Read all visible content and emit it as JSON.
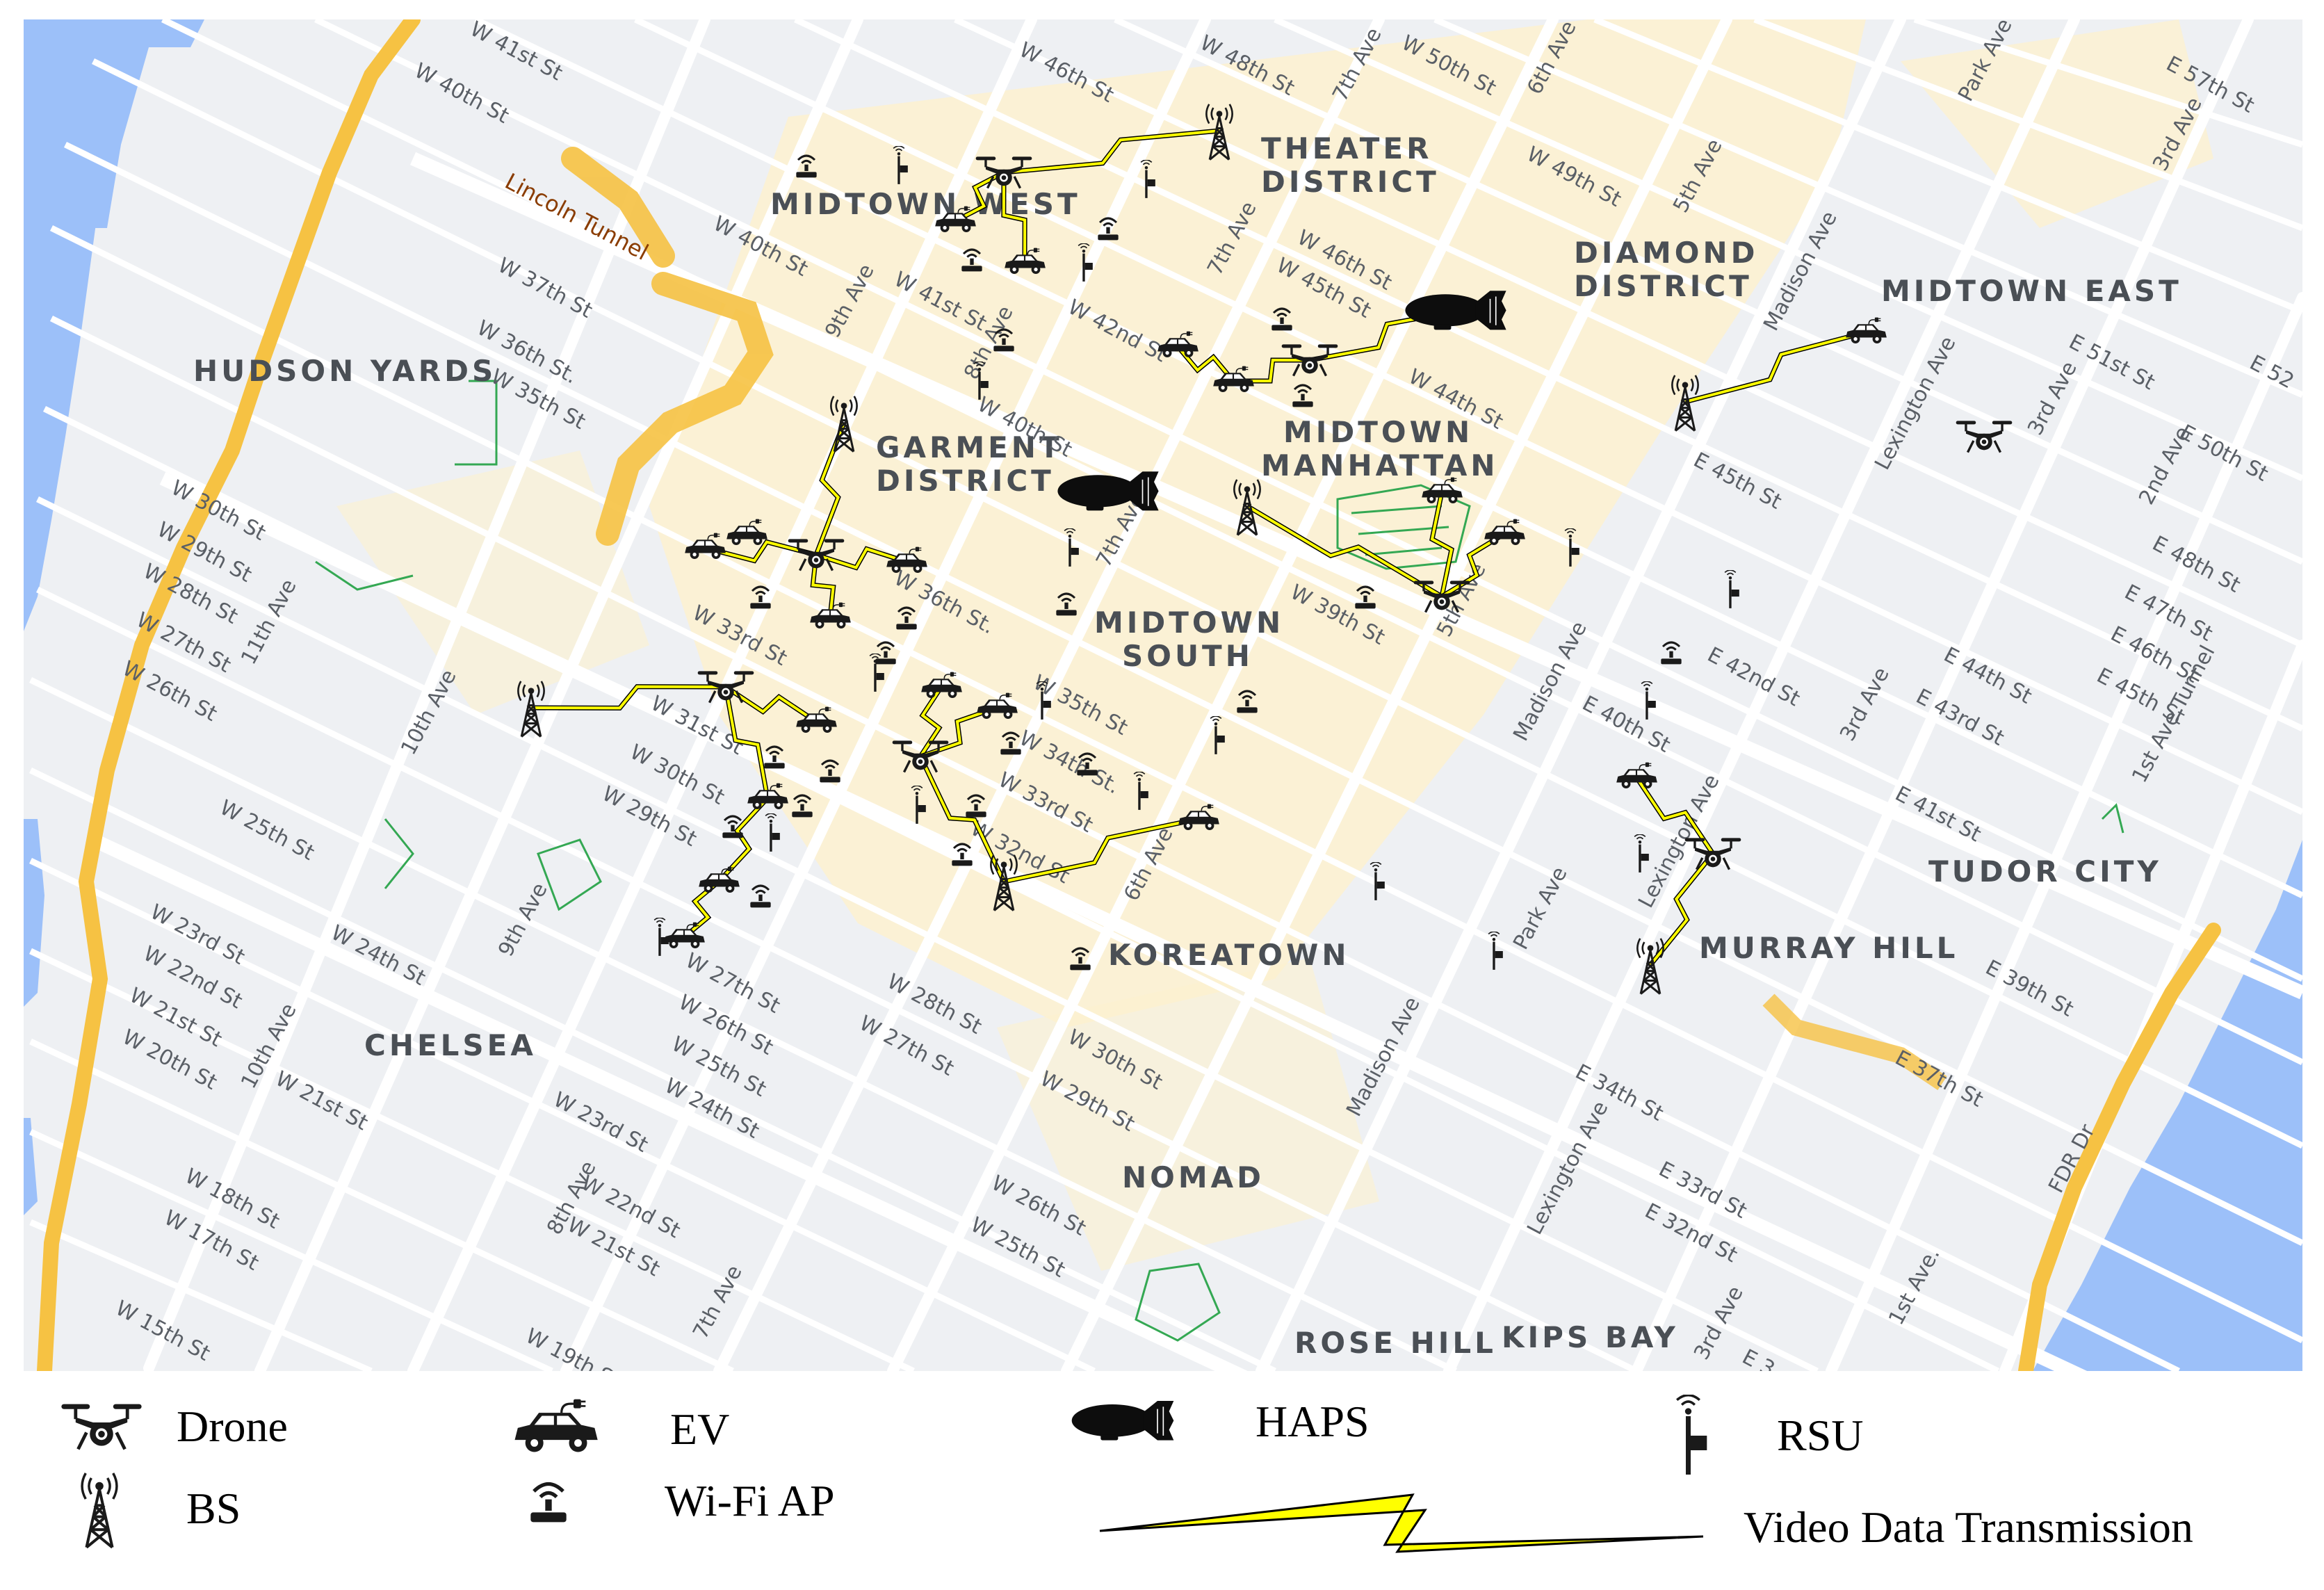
{
  "map": {
    "areas": [
      {
        "id": "midtown-west",
        "lines": [
          "MIDTOWN WEST"
        ]
      },
      {
        "id": "theater-district",
        "lines": [
          "THEATER",
          "DISTRICT"
        ]
      },
      {
        "id": "diamond-district",
        "lines": [
          "DIAMOND",
          "DISTRICT"
        ]
      },
      {
        "id": "midtown-east",
        "lines": [
          "MIDTOWN EAST"
        ]
      },
      {
        "id": "hudson-yards",
        "lines": [
          "HUDSON YARDS"
        ]
      },
      {
        "id": "garment-district",
        "lines": [
          "GARMENT",
          "DISTRICT"
        ]
      },
      {
        "id": "midtown-manhattan",
        "lines": [
          "MIDTOWN",
          "MANHATTAN"
        ]
      },
      {
        "id": "midtown-south",
        "lines": [
          "MIDTOWN",
          "SOUTH"
        ]
      },
      {
        "id": "tudor-city",
        "lines": [
          "TUDOR CITY"
        ]
      },
      {
        "id": "murray-hill",
        "lines": [
          "MURRAY HILL"
        ]
      },
      {
        "id": "koreatown",
        "lines": [
          "KOREATOWN"
        ]
      },
      {
        "id": "chelsea",
        "lines": [
          "CHELSEA"
        ]
      },
      {
        "id": "nomad",
        "lines": [
          "NOMAD"
        ]
      },
      {
        "id": "rose-hill",
        "lines": [
          "ROSE HILL"
        ]
      },
      {
        "id": "kips-bay",
        "lines": [
          "KIPS BAY"
        ]
      }
    ],
    "tunnel_label": "Lincoln Tunnel",
    "streets": [
      "W 41st St",
      "W 40th St",
      "W 46th St",
      "W 48th St",
      "7th Ave",
      "W 50th St",
      "6th Ave",
      "Park Ave",
      "E 57th St",
      "W 40th St",
      "W 41st St",
      "9th Ave",
      "8th Ave",
      "W 42nd St",
      "W 40th St",
      "7th Ave",
      "W 46th St",
      "W 45th St",
      "W 49th St",
      "5th Ave",
      "Madison Ave",
      "3rd Ave",
      "W 37th St",
      "W 36th St.",
      "W 35th St",
      "W 44th St",
      "E 51st St",
      "E 52",
      "Lexington Ave",
      "3rd Ave",
      "E 50th St",
      "2nd Ave",
      "E 45th St",
      "W 30th St",
      "W 29th St",
      "W 28th St",
      "11th Ave",
      "W 27th St",
      "W 26th St",
      "W 33rd St",
      "W 36th St.",
      "7th Ave",
      "W 39th St",
      "5th Ave",
      "E 48th St",
      "E 47th St",
      "E 46th St",
      "E 45th St",
      "1st Ave Tunnel",
      "Madison Ave",
      "E 42nd St",
      "E 44th St",
      "E 43rd St",
      "3rd Ave",
      "E 41st St",
      "E 40th St",
      "10th Ave",
      "W 31st St",
      "W 30th St",
      "W 29th St",
      "W 35th St",
      "W 34th St.",
      "W 33rd St",
      "W 32nd St",
      "6th Ave",
      "Lexington Ave",
      "E 39th St",
      "W 25th St",
      "W 23rd St",
      "W 24th St",
      "9th Ave",
      "W 27th St",
      "W 26th St",
      "W 25th St",
      "W 24th St",
      "W 28th St",
      "W 27th St",
      "W 30th St",
      "W 29th St",
      "Park Ave",
      "W 22nd St",
      "W 21st St",
      "10th Ave",
      "W 20th St",
      "W 21st St",
      "W 23rd St",
      "Madison Ave",
      "E 34th St",
      "Lexington Ave",
      "E 37th St",
      "E 33rd St",
      "E 32nd St",
      "FDR Dr",
      "W 18th St",
      "W 17th St",
      "8th Ave",
      "W 22nd St",
      "W 21st St",
      "W 26th St",
      "W 25th St",
      "7th Ave",
      "1st Ave.",
      "W 15th St",
      "W 19th St",
      "3rd Ave",
      "E 3"
    ]
  },
  "legend": {
    "drone": "Drone",
    "bs": "BS",
    "ev": "EV",
    "wifi": "Wi-Fi AP",
    "haps": "HAPS",
    "rsu": "RSU",
    "link": "Video Data Transmission"
  },
  "colors": {
    "water": "#9cc0f9",
    "land": "#eef0f3",
    "road": "#ffffff",
    "highway": "#f6c243",
    "block_yellow": "#fdf1cf",
    "park_line": "#34a853",
    "transmission": "#ffff00",
    "area_text": "#4a4f55"
  },
  "icons": {
    "drone": "drone-icon",
    "bs": "cell-tower-icon",
    "ev": "electric-car-icon",
    "wifi": "wifi-router-icon",
    "haps": "airship-icon",
    "rsu": "roadside-unit-icon"
  }
}
